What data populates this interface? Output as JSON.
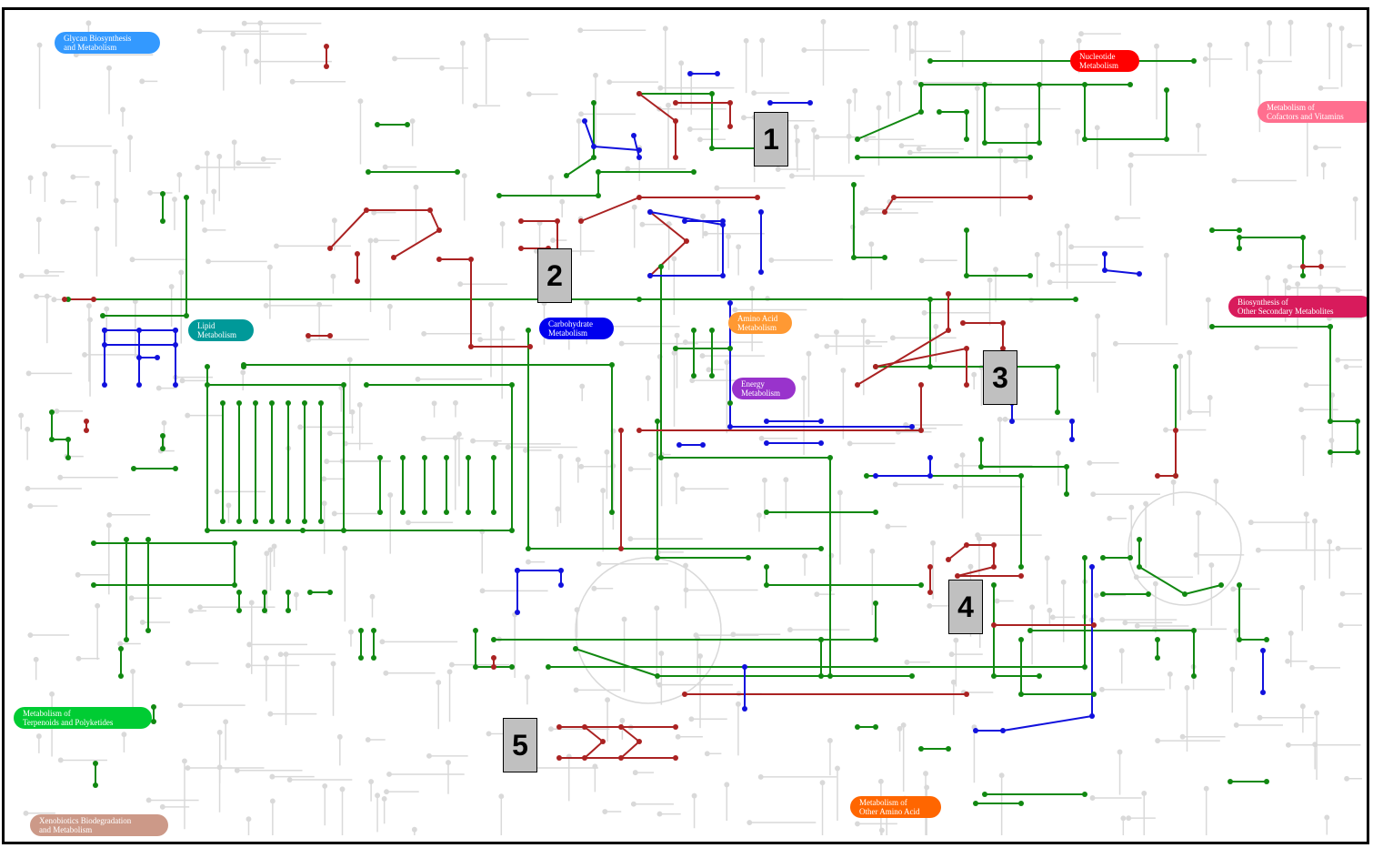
{
  "categories": [
    {
      "id": "glycan",
      "line1": "Glycan Biosynthesis",
      "line2": "and Metabolism",
      "color": "#3399ff"
    },
    {
      "id": "nucleotide",
      "line1": "Nucleotide",
      "line2": "Metabolism",
      "color": "#ff0000"
    },
    {
      "id": "cofactors",
      "line1": "Metabolism of",
      "line2": "Cofactors and Vitamins",
      "color": "#ff6f8f"
    },
    {
      "id": "secondary",
      "line1": "Biosynthesis of",
      "line2": "Other Secondary Metabolites",
      "color": "#d81b5c"
    },
    {
      "id": "lipid",
      "line1": "Lipid",
      "line2": "Metabolism",
      "color": "#009999"
    },
    {
      "id": "carbohydrate",
      "line1": "Carbohydrate",
      "line2": "Metabolism",
      "color": "#0000ee"
    },
    {
      "id": "amino-acid",
      "line1": "Amino Acid",
      "line2": "Metabolism",
      "color": "#ff9933"
    },
    {
      "id": "energy",
      "line1": "Energy",
      "line2": "Metabolism",
      "color": "#9933cc"
    },
    {
      "id": "terpenoids",
      "line1": "Metabolism of",
      "line2": "Terpenoids and Polyketides",
      "color": "#00cc33"
    },
    {
      "id": "xenobiotics",
      "line1": "Xenobiotics Biodegradation",
      "line2": "and Metabolism",
      "color": "#cc9988"
    },
    {
      "id": "other-amino",
      "line1": "Metabolism of",
      "line2": "Other Amino Acid",
      "color": "#ff6600"
    }
  ],
  "callouts": [
    "1",
    "2",
    "3",
    "4",
    "5"
  ],
  "pathway_colors": {
    "green": "#118811",
    "red": "#aa2222",
    "blue": "#1111dd",
    "background": "#d9d9d9"
  }
}
